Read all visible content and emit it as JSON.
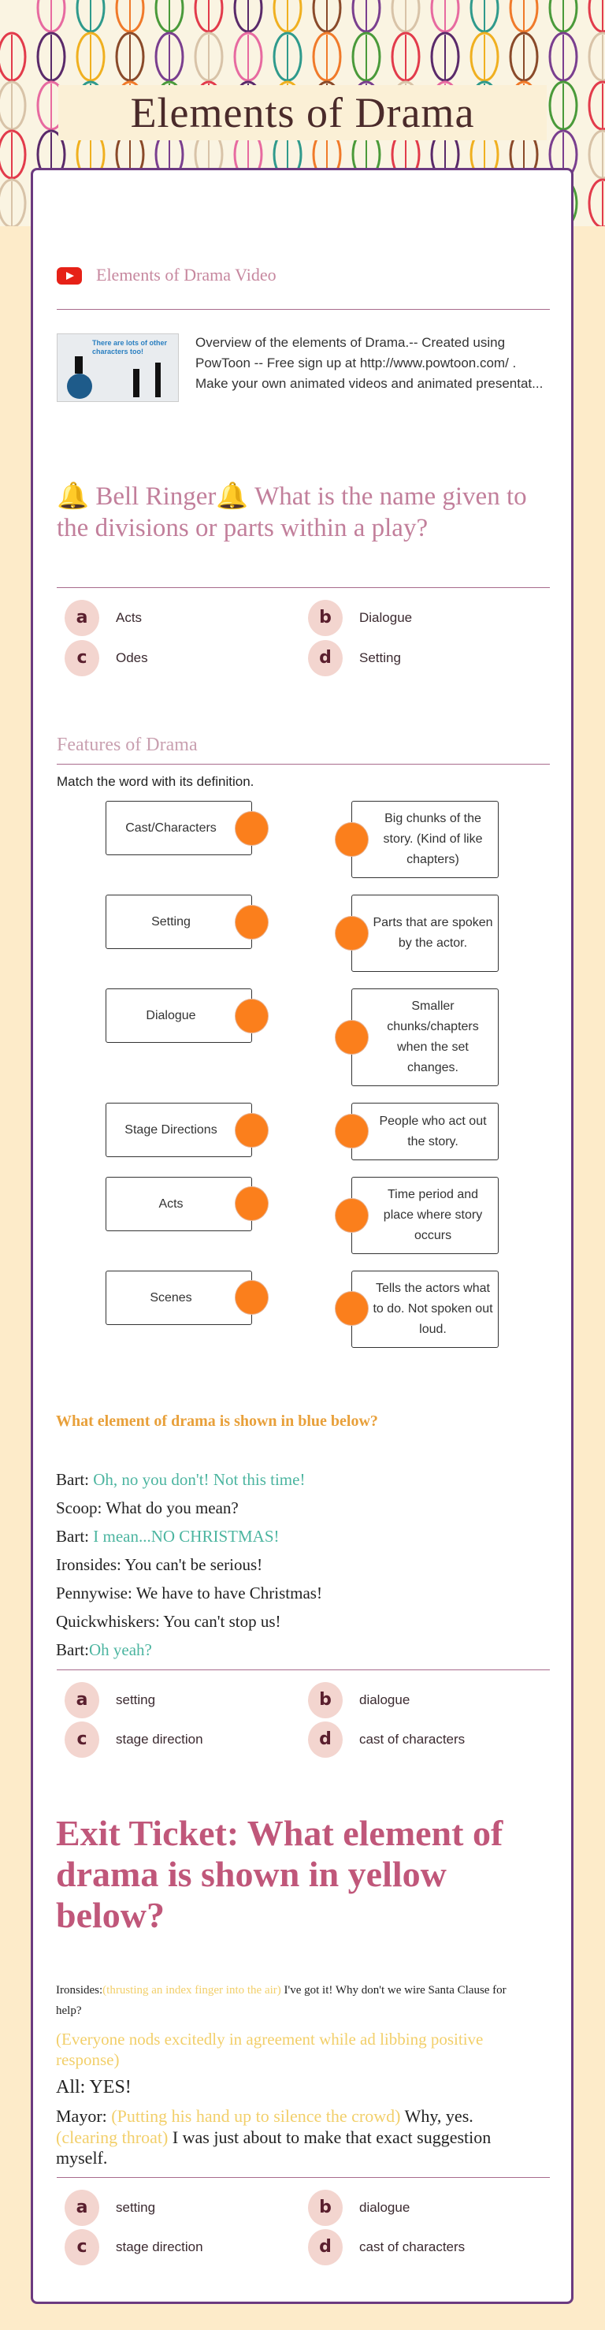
{
  "header": {
    "title": "Elements of Drama"
  },
  "video": {
    "title": "Elements of Drama Video",
    "description": "Overview of the elements of Drama.-- Created using PowToon -- Free sign up at http://www.powtoon.com/ . Make your own animated videos and animated presentat...",
    "thumbnail_text": "There are lots of other characters too!"
  },
  "bell_ringer": {
    "question": "🔔 Bell Ringer🔔 What is the name given to the divisions or parts within a play?",
    "options": [
      {
        "letter": "a",
        "text": "Acts"
      },
      {
        "letter": "b",
        "text": "Dialogue"
      },
      {
        "letter": "c",
        "text": "Odes"
      },
      {
        "letter": "d",
        "text": "Setting"
      }
    ]
  },
  "features": {
    "title": "Features of Drama",
    "instructions": "Match the word with its definition.",
    "terms": [
      "Cast/Characters",
      "Setting",
      "Dialogue",
      "Stage Directions",
      "Acts",
      "Scenes"
    ],
    "definitions": [
      "Big chunks of the story. (Kind of like chapters)",
      "Parts that are spoken by the actor.",
      "Smaller chunks/chapters when the set changes.",
      "People who act out the story.",
      "Time period and place where story occurs",
      "Tells the actors what to do. Not spoken out loud."
    ]
  },
  "blue_question": {
    "question": "What element of drama is shown in blue below?",
    "lines": [
      {
        "speaker": "Bart: ",
        "text": "Oh, no you don't! Not this time!",
        "highlight": true
      },
      {
        "speaker": "Scoop: ",
        "text": "What do you mean?",
        "highlight": false
      },
      {
        "speaker": "Bart: ",
        "text": "I mean...NO CHRISTMAS!",
        "highlight": true
      },
      {
        "speaker": "Ironsides: ",
        "text": "You can't be serious!",
        "highlight": false
      },
      {
        "speaker": "Pennywise: ",
        "text": "We have to have Christmas!",
        "highlight": false
      },
      {
        "speaker": "Quickwhiskers: ",
        "text": "You can't stop us!",
        "highlight": false
      },
      {
        "speaker": "Bart:",
        "text": "Oh yeah?",
        "highlight": true
      }
    ],
    "options": [
      {
        "letter": "a",
        "text": "setting"
      },
      {
        "letter": "b",
        "text": "dialogue"
      },
      {
        "letter": "c",
        "text": "stage direction"
      },
      {
        "letter": "d",
        "text": "cast of characters"
      }
    ]
  },
  "exit_ticket": {
    "question": "Exit Ticket: What element of drama is shown in yellow below?",
    "line1": {
      "speaker": "Ironsides:",
      "direction": "(thrusting an index finger into the air)",
      "text": " I've got it! Why don't we wire Santa Clause for help?"
    },
    "line2": "(Everyone nods excitedly in agreement while  ad libbing positive response)",
    "line3": "All: YES!",
    "line4": {
      "speaker": "Mayor: ",
      "direction1": "(Putting his hand up to silence the crowd)",
      "text1": " Why, yes. ",
      "direction2": "(clearing throat)",
      "text2": " I was just about to make that exact suggestion myself."
    },
    "options": [
      {
        "letter": "a",
        "text": "setting"
      },
      {
        "letter": "b",
        "text": "dialogue"
      },
      {
        "letter": "c",
        "text": "stage direction"
      },
      {
        "letter": "d",
        "text": "cast of characters"
      }
    ]
  },
  "colors": {
    "accent_pink": "#c0577a",
    "border_purple": "#6b3a80",
    "highlight_teal": "#4cb5a0",
    "highlight_yellow": "#f2cf6a",
    "question_orange": "#e8a03a",
    "match_dot": "#fb7f1c"
  }
}
